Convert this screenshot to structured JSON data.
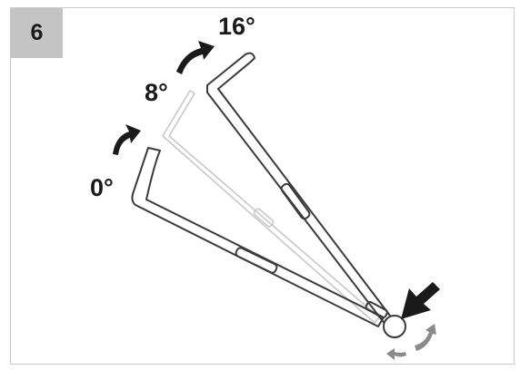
{
  "step": {
    "number": "6"
  },
  "angles": {
    "a0": "0°",
    "a8": "8°",
    "a16": "16°"
  },
  "colors": {
    "outline": "#3a3a3a",
    "faded": "#c8c8c8",
    "arrow": "#1a1a1a",
    "rotate_arrow": "#8a8a8a",
    "step_box": "#c4c4c4"
  },
  "icons": [
    "rotate-arrow-icon",
    "press-arrow-icon",
    "rotate-cycle-icon"
  ]
}
